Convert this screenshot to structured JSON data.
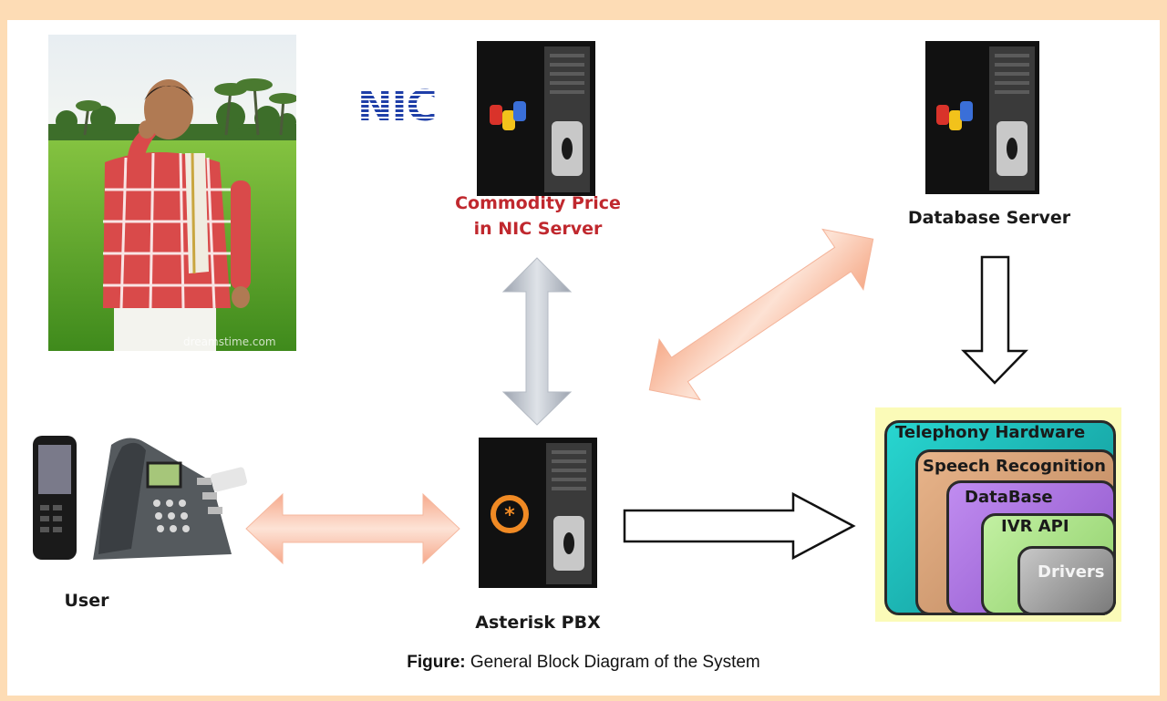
{
  "nodes": {
    "nic_logo": "NIC",
    "nic_server_line1": "Commodity Price",
    "nic_server_line2": "in NIC Server",
    "database_server": "Database Server",
    "asterisk": "Asterisk PBX",
    "user": "User"
  },
  "stack": {
    "layers": [
      "Telephony Hardware",
      "Speech Recognition",
      "DataBase",
      "IVR API",
      "Drivers"
    ]
  },
  "photo_watermark": "dreamstime.com",
  "caption": {
    "prefix": "Figure:",
    "text": "General Block Diagram of the System"
  }
}
